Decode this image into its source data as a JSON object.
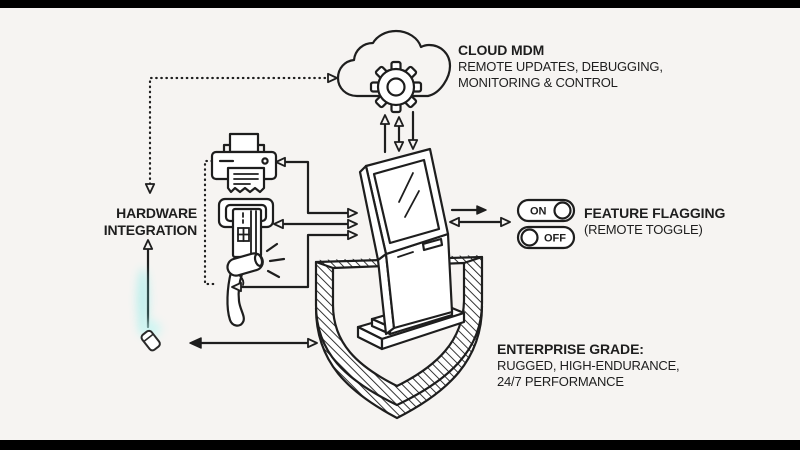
{
  "scene": {
    "background": "#f6f4f2",
    "ink": "#1e1e1e",
    "letterbox": "#000000",
    "marker_glow": "#6feae6"
  },
  "nodes": {
    "cloud_mdm": {
      "title": "CLOUD MDM",
      "desc_line1": "REMOTE UPDATES, DEBUGGING,",
      "desc_line2": "MONITORING & CONTROL",
      "icon": "cloud-gear-icon"
    },
    "hardware_integration": {
      "label_line1": "HARDWARE",
      "label_line2": "INTEGRATION",
      "peripheral_icons": [
        "printer-icon",
        "card-reader-icon",
        "barcode-scanner-icon"
      ]
    },
    "feature_flagging": {
      "title": "FEATURE FLAGGING",
      "subtitle": "(REMOTE TOGGLE)",
      "toggle_on_label": "ON",
      "toggle_off_label": "OFF"
    },
    "enterprise_grade": {
      "title": "ENTERPRISE GRADE:",
      "desc_line1": "RUGGED, HIGH-ENDURANCE,",
      "desc_line2": "24/7 PERFORMANCE",
      "icon": "shield-icon"
    },
    "kiosk": {
      "icon": "kiosk-illustration"
    },
    "marker": {
      "icon": "marker-pen-icon"
    }
  }
}
